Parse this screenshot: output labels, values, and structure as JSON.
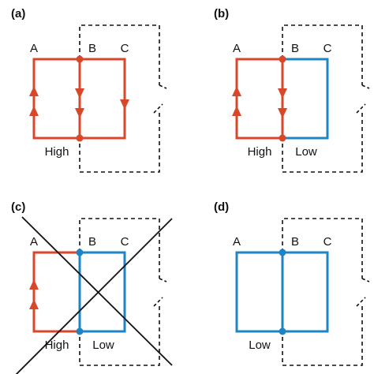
{
  "colors": {
    "high": "#d9472b",
    "low": "#1f84c4",
    "line": "#111111"
  },
  "panels": [
    {
      "label": "(a)",
      "nodes": [
        "A",
        "B",
        "C"
      ],
      "state_left": "High",
      "state_right": "",
      "crossed_out": false,
      "segments": {
        "left": "high",
        "right": "high",
        "middle": "high"
      },
      "arrows": {
        "A": "up",
        "B": "down",
        "C": "down"
      }
    },
    {
      "label": "(b)",
      "nodes": [
        "A",
        "B",
        "C"
      ],
      "state_left": "High",
      "state_right": "Low",
      "crossed_out": false,
      "segments": {
        "left": "high",
        "right": "low",
        "middle": "high"
      },
      "arrows": {
        "A": "up",
        "B": "down"
      }
    },
    {
      "label": "(c)",
      "nodes": [
        "A",
        "B",
        "C"
      ],
      "state_left": "High",
      "state_right": "Low",
      "crossed_out": true,
      "segments": {
        "left": "high",
        "right": "low",
        "middle": "low"
      },
      "arrows": {
        "A": "up"
      }
    },
    {
      "label": "(d)",
      "nodes": [
        "A",
        "B",
        "C"
      ],
      "state_left": "Low",
      "state_right": "",
      "crossed_out": false,
      "segments": {
        "left": "low",
        "right": "low",
        "middle": "low"
      },
      "arrows": {}
    }
  ]
}
